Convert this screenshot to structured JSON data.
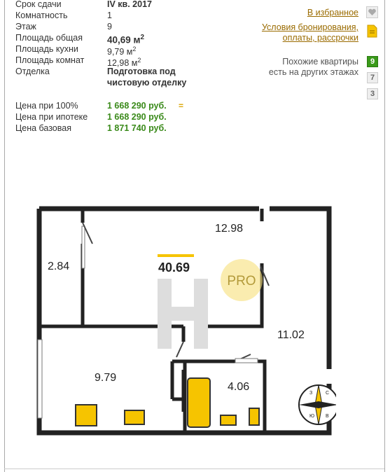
{
  "specs": {
    "deadline": {
      "label": "Срок сдачи",
      "value": "IV кв. 2017"
    },
    "rooms": {
      "label": "Комнатность",
      "value": "1"
    },
    "floor": {
      "label": "Этаж",
      "value": "9"
    },
    "total_area": {
      "label": "Площадь общая",
      "value": "40,69 м",
      "sup": "2"
    },
    "kitchen_area": {
      "label": "Площадь кухни",
      "value": "9,79 м",
      "sup": "2"
    },
    "rooms_area": {
      "label": "Площадь комнат",
      "value": "12,98 м",
      "sup": "2"
    },
    "finish": {
      "label": "Отделка",
      "value_line1": "Подготовка под",
      "value_line2": "чистовую отделку"
    }
  },
  "prices": {
    "full": {
      "label": "Цена при 100%",
      "value": "1 668 290 руб."
    },
    "mortgage": {
      "label": "Цена при ипотеке",
      "value": "1 668 290 руб."
    },
    "base": {
      "label": "Цена базовая",
      "value": "1 871 740 руб."
    }
  },
  "actions": {
    "favorites": "В избранное",
    "booking_line1": "Условия бронирования,",
    "booking_line2": "оплаты, рассрочки",
    "similar_line1": "Похожие квартиры",
    "similar_line2": "есть на других этажах",
    "floor_badges": [
      "9",
      "7",
      "3"
    ]
  },
  "plan": {
    "total": "40.69",
    "room_main": "12.98",
    "room_storage": "2.84",
    "hall": "11.02",
    "kitchen": "9.79",
    "bath": "4.06",
    "watermark": "PRO",
    "compass": {
      "n": "С",
      "s": "Ю",
      "w": "З",
      "e": "В"
    }
  },
  "colors": {
    "accent": "#f6c400",
    "price": "#3a8a1a",
    "link": "#9a6b00",
    "badge_active": "#3a9a1a"
  }
}
